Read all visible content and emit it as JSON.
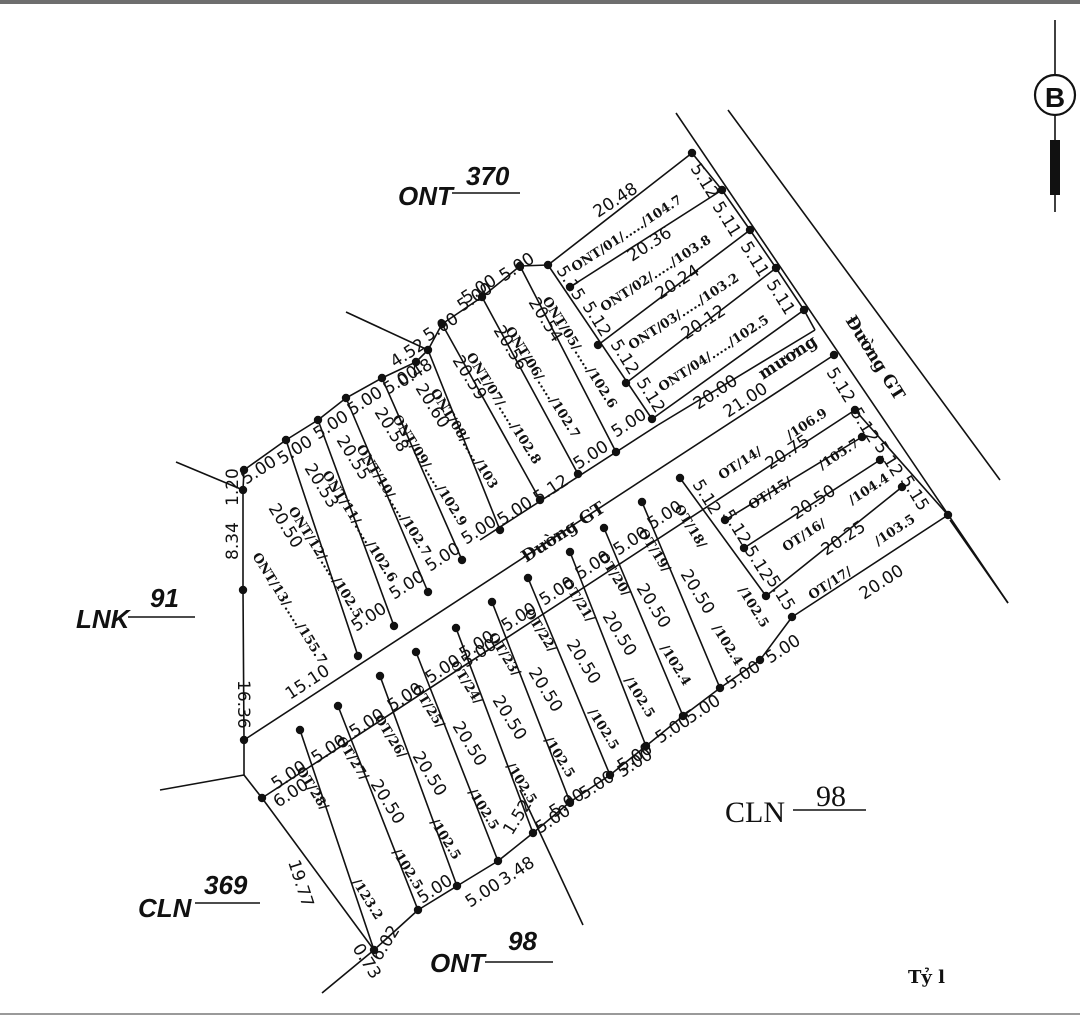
{
  "compass": {
    "label": "B"
  },
  "neighbors": [
    {
      "key": "ont370",
      "name": "ONT",
      "number": "370"
    },
    {
      "key": "lnk91",
      "name": "LNK",
      "number": "91"
    },
    {
      "key": "cln369",
      "name": "CLN",
      "number": "369"
    },
    {
      "key": "ont98",
      "name": "ONT",
      "number": "98"
    },
    {
      "key": "cln98",
      "name": "CLN",
      "number": "98"
    }
  ],
  "roads": {
    "main_road": "Đường GT",
    "inner_road": "Đường GT",
    "canal": "mương"
  },
  "scale_text": "Tỷ l",
  "lots_north": [
    {
      "label": "ONT/01/...../104.7"
    },
    {
      "label": "ONT/02/...../103.8"
    },
    {
      "label": "ONT/03/...../103.2"
    },
    {
      "label": "ONT/04/...../102.5"
    },
    {
      "label": "ONT/05/...../102.6"
    },
    {
      "label": "ONT/06/...../102.7"
    },
    {
      "label": "ONT/07/...../102.8"
    },
    {
      "label": "ONT/08/...../103"
    },
    {
      "label": "ONT/09/...../102.9"
    },
    {
      "label": "ONT/10/...../102.7"
    },
    {
      "label": "ONT/11/...../102.6"
    },
    {
      "label": "ONT/12/...../102.5"
    },
    {
      "label": "ONT/13/...../155.7"
    }
  ],
  "lots_south": [
    {
      "label": "OT/14/",
      "area": "/106.9"
    },
    {
      "label": "OT/15/",
      "area": "/105.7"
    },
    {
      "label": "OT/16/",
      "area": "/104.4"
    },
    {
      "label": "OT/17/",
      "area": "/103.5"
    },
    {
      "label": "OT/18/",
      "area": "/102.5"
    },
    {
      "label": "OT/19/",
      "area": "/102.4"
    },
    {
      "label": "OT/20/",
      "area": "/102.4"
    },
    {
      "label": "OT/21/",
      "area": "/102.5"
    },
    {
      "label": "OT/22/",
      "area": "/102.5"
    },
    {
      "label": "OT/23/",
      "area": "/102.5"
    },
    {
      "label": "OT/24/",
      "area": "/102.5"
    },
    {
      "label": "OT/25/",
      "area": "/102.5"
    },
    {
      "label": "OT/26/",
      "area": "/102.5"
    },
    {
      "label": "OT/27/",
      "area": "/102.5"
    },
    {
      "label": "OT/28/",
      "area": "/123.2"
    }
  ],
  "dims": {
    "n_back": [
      "5.00",
      "5.00",
      "5.00",
      "5.00",
      "5.00",
      "5.00",
      "4.52",
      "5.00",
      "5.00",
      "5.00"
    ],
    "n_front": [
      "5.00",
      "5.00",
      "5.00",
      "5.00",
      "5.00",
      "5.00",
      "5.00"
    ],
    "n_front_short": "5.12",
    "n_east": [
      "5.12",
      "5.11",
      "5.11",
      "5.11"
    ],
    "n_west_east": [
      "5.15",
      "5.12",
      "5.12",
      "5.12"
    ],
    "n_lengths": [
      "20.48",
      "20.36",
      "20.24",
      "20.12",
      "20.00",
      "20.54",
      "20.56",
      "20.59",
      "20.60",
      "20.58",
      "20.55",
      "20.53",
      "20.50"
    ],
    "n_misc": {
      "d048": "0.48",
      "d120": "1.20",
      "d834": "8.34",
      "d1636": "16.36",
      "d1510": "15.10",
      "d2100": "21.00"
    },
    "s_front": [
      "5.00",
      "5.00",
      "5.00",
      "5.00",
      "5.00",
      "5.00",
      "5.00",
      "5.00",
      "5.00",
      "5.00",
      "5.00"
    ],
    "s_back": [
      "5.00",
      "5.00",
      "5.00",
      "5.00",
      "5.00",
      "5.00",
      "5.00",
      "5.00",
      "5.00"
    ],
    "s_east": [
      "5.12",
      "5.12",
      "5.12",
      "5.15"
    ],
    "s_west": [
      "5.12",
      "5.12",
      "5.12",
      "5.15"
    ],
    "s_lengths": [
      "20.75",
      "20.50",
      "20.25",
      "20.00",
      "20.50",
      "20.50",
      "20.50",
      "20.50",
      "20.50",
      "20.50",
      "20.50",
      "20.50",
      "20.50"
    ],
    "s_misc": {
      "d600": "6.00",
      "d1977": "19.77",
      "d073": "0.73",
      "d602": "6.02",
      "d348": "3.48",
      "d152": "1.52",
      "d500a": "5.00",
      "d500b": "5.00",
      "d500c": "5.00"
    }
  }
}
